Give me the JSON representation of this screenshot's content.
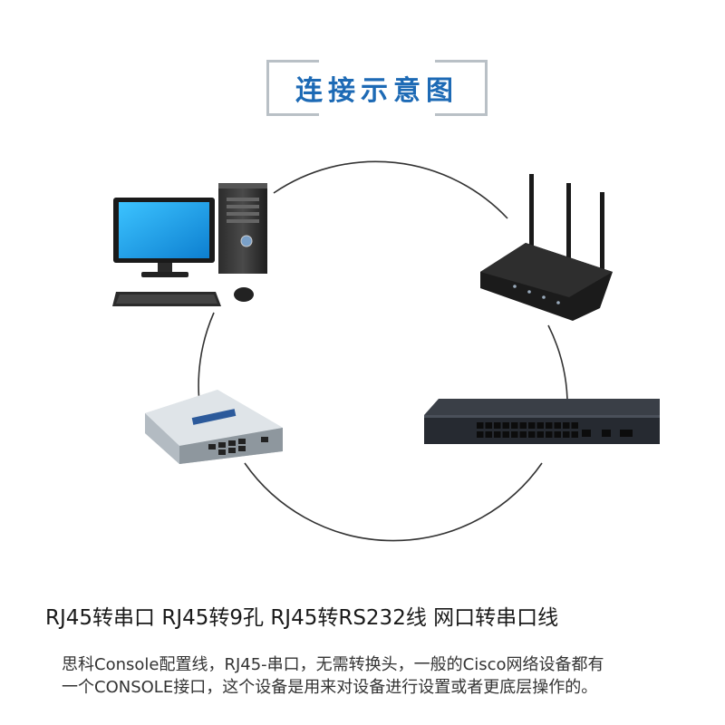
{
  "title": "连接示意图",
  "headline": "RJ45转串口 RJ45转9孔 RJ45转RS232线 网口转串口线",
  "description": [
    "思科Console配置线，RJ45-串口，无需转换头，一般的Cisco网络设备都有",
    "一个CONSOLE接口，这个设备是用来对设备进行设置或者更底层操作的。"
  ],
  "colors": {
    "title_blue": "#1d6ab5",
    "title_border": "#b9c0c6",
    "circle": "#333333",
    "screen_blue": "#1ea0e8"
  },
  "icons": [
    "desktop-computer-icon",
    "wireless-router-icon",
    "network-switch-icon",
    "vpn-router-icon"
  ]
}
